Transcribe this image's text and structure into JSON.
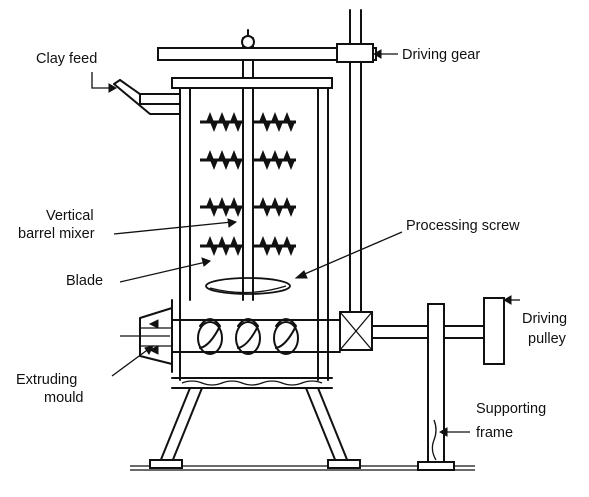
{
  "labels": {
    "clay_feed": "Clay feed",
    "driving_gear": "Driving gear",
    "vertical_barrel_mixer_1": "Vertical",
    "vertical_barrel_mixer_2": "barrel mixer",
    "processing_screw": "Processing screw",
    "blade": "Blade",
    "driving_pulley_1": "Driving",
    "driving_pulley_2": "pulley",
    "extruding_mould_1": "Extruding",
    "extruding_mould_2": "mould",
    "supporting_frame_1": "Supporting",
    "supporting_frame_2": "frame"
  }
}
